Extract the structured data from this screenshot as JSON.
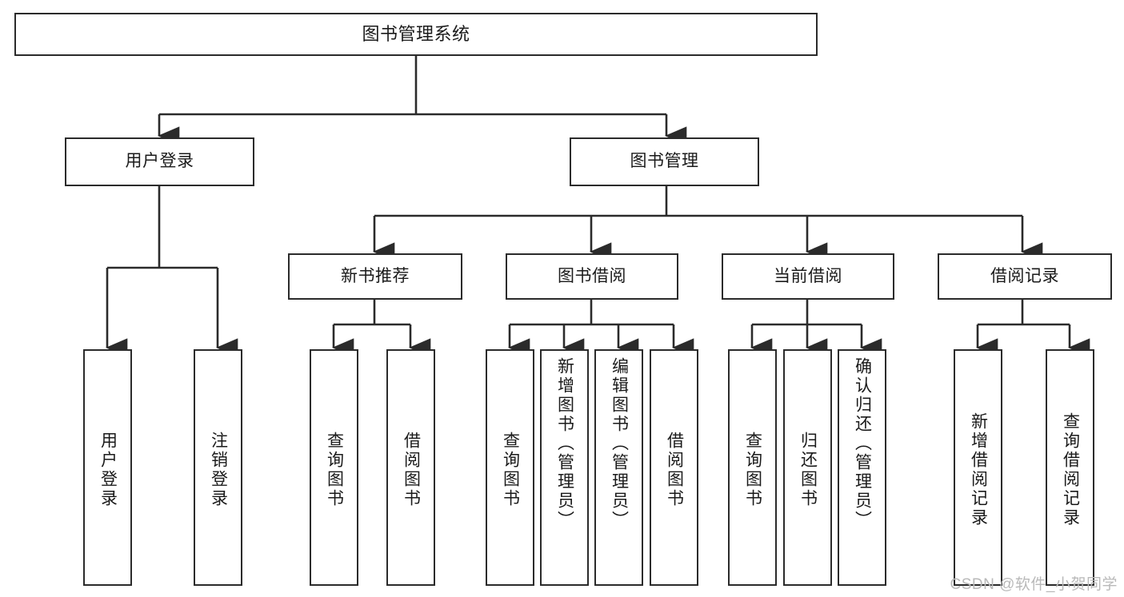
{
  "diagram": {
    "type": "tree",
    "title": "图书管理系统",
    "watermark": "CSDN @软件_小贺同学",
    "colors": {
      "background": "#ffffff",
      "stroke": "#2b2b2b",
      "text": "#1a1a1a",
      "watermark": "#b9b9b9"
    },
    "nodes": {
      "root": "图书管理系统",
      "level1": [
        "用户登录",
        "图书管理"
      ],
      "level2": [
        "新书推荐",
        "图书借阅",
        "当前借阅",
        "借阅记录"
      ],
      "leaves": {
        "user_login": [
          "用户登录",
          "注销登录"
        ],
        "new_book": [
          "查询图书",
          "借阅图书"
        ],
        "borrow": [
          "查询图书",
          "新增图书（管理员）",
          "编辑图书（管理员）",
          "借阅图书"
        ],
        "current": [
          "查询图书",
          "归还图书",
          "确认归还（管理员）"
        ],
        "records": [
          "新增借阅记录",
          "查询借阅记录"
        ]
      }
    }
  }
}
